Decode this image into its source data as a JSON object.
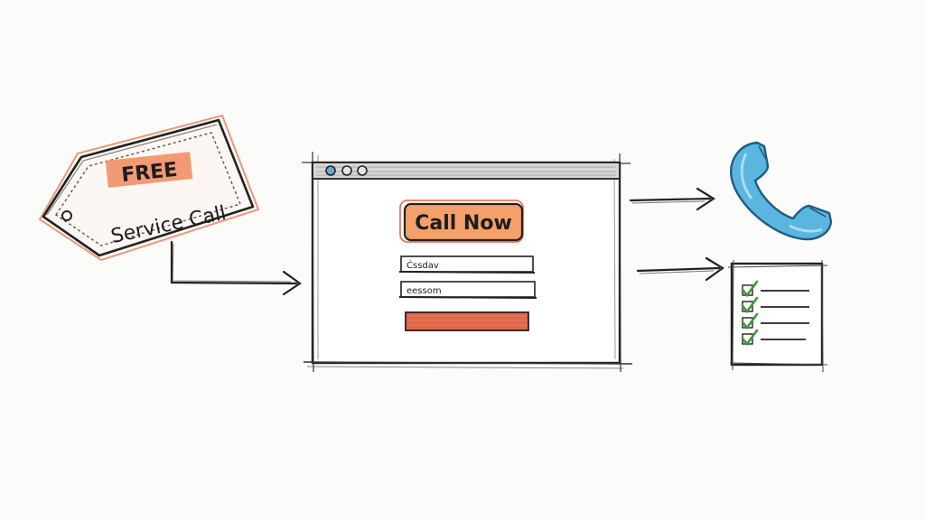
{
  "tag": {
    "line1": "FREE",
    "line2": "Service Call",
    "highlight_color": "#f08a5d"
  },
  "browser": {
    "window_controls": [
      "window-dot-1",
      "window-dot-2",
      "window-dot-3"
    ],
    "cta_label": "Call Now",
    "cta_color": "#f3a06a",
    "fields": [
      {
        "value": "Ćssdav"
      },
      {
        "value": "eessom"
      }
    ],
    "submit_color": "#e2674a"
  },
  "outcomes": {
    "phone_icon": "phone-icon",
    "phone_color": "#5ab6df",
    "checklist_icon": "checklist-icon",
    "check_color": "#3a9a3a",
    "checklist_items": 4
  },
  "colors": {
    "ink": "#1d1d1d",
    "paper": "#fbfbfa"
  }
}
